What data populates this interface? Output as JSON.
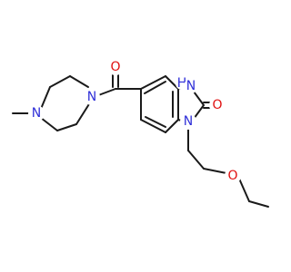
{
  "molecule": {
    "atom_labels": {
      "carbonyl_oxygen": "O",
      "diazepane_n_amide": "N",
      "diazepane_n_methyl": "N",
      "imidazolone_nh": "H",
      "imidazolone_n_h": "N",
      "imidazolone_oxygen": "O",
      "imidazolone_n_alkyl": "N",
      "ether_oxygen": "O"
    }
  },
  "colors": {
    "bond": "#1a1a1a",
    "nitrogen": "#2f2fd8",
    "oxygen": "#e01010",
    "background": "#ffffff"
  }
}
